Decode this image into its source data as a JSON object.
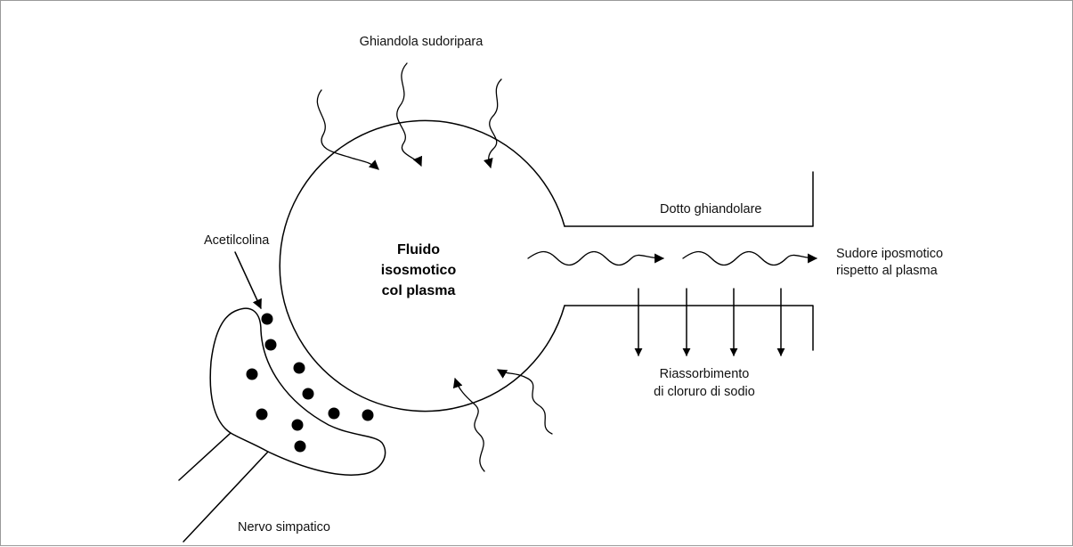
{
  "labels": {
    "gland": "Ghiandola sudoripara",
    "duct": "Dotto ghiandolare",
    "acetylcholine": "Acetilcolina",
    "fluid_line1": "Fluido",
    "fluid_line2": "isosmotico",
    "fluid_line3": "col plasma",
    "sweat_line1": "Sudore iposmotico",
    "sweat_line2": "rispetto al plasma",
    "reabsorption_line1": "Riassorbimento",
    "reabsorption_line2": "di cloruro di sodio",
    "nerve": "Nervo simpatico"
  },
  "colors": {
    "ink": "#000000",
    "background": "#ffffff",
    "frame": "#9a9a9a"
  }
}
